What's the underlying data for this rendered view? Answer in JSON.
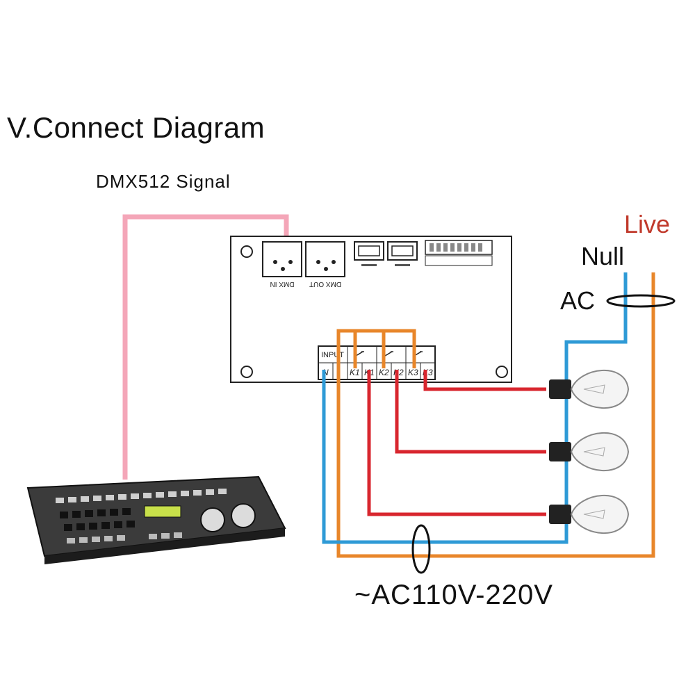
{
  "title": "V.Connect Diagram",
  "signal_label": "DMX512 Signal",
  "board": {
    "dmx_in": "DMX IN",
    "dmx_out": "DMX OUT",
    "input": "INPUT",
    "terminals": [
      "N",
      "",
      "K1",
      "K1",
      "K2",
      "K2",
      "K3",
      "K3"
    ]
  },
  "labels": {
    "live": "Live",
    "null": "Null",
    "ac": "AC",
    "voltage": "~AC110V-220V"
  },
  "colors": {
    "signal_wire": "#f4a6b8",
    "null_wire": "#2e9ad6",
    "live_wire": "#e8862a",
    "load_wire": "#d8262e",
    "live_text": "#c0392b"
  }
}
